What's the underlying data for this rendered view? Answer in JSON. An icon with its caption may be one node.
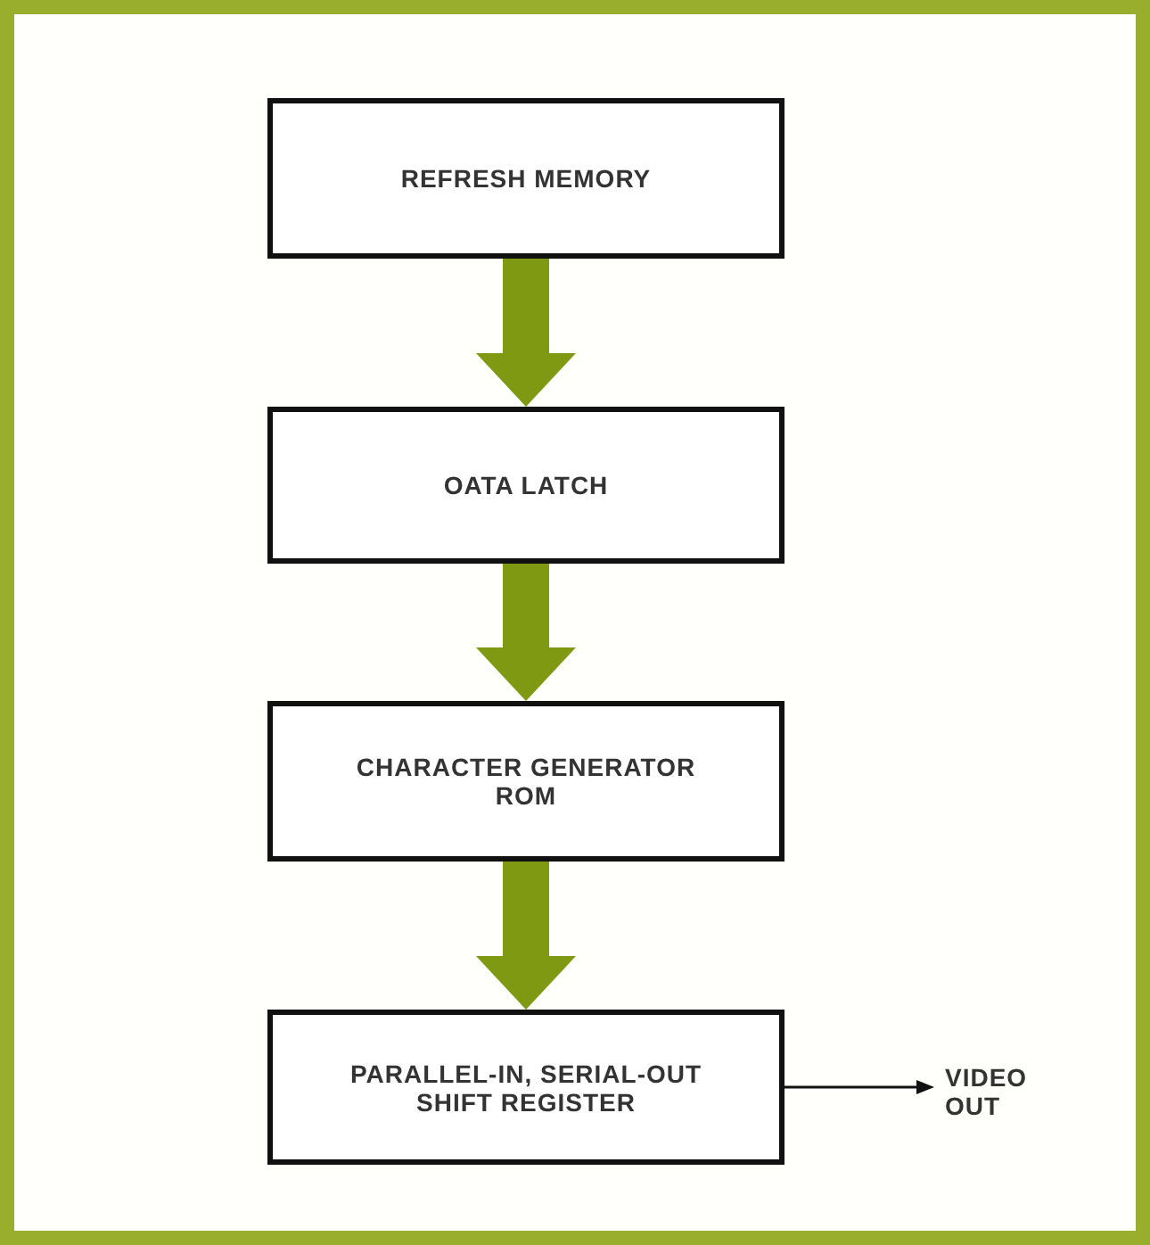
{
  "diagram": {
    "nodes": [
      {
        "text": [
          "REFRESH MEMORY"
        ]
      },
      {
        "text": [
          "OATA LATCH"
        ]
      },
      {
        "text": [
          "CHARACTER GENERATOR ROM"
        ]
      },
      {
        "text": [
          "PARALLEL-IN, SERIAL-OUT SHIFT REGISTER"
        ]
      },
      {
        "text": [
          "VIDEO OUT"
        ]
      }
    ],
    "edges": [
      {
        "from": 0,
        "to": 1,
        "arrow": "to"
      },
      {
        "from": 1,
        "to": 2,
        "arrow": "to"
      },
      {
        "from": 2,
        "to": 3,
        "arrow": "to"
      },
      {
        "from": 3,
        "to": 4,
        "arrow": "to",
        "color": "#111111"
      }
    ]
  }
}
